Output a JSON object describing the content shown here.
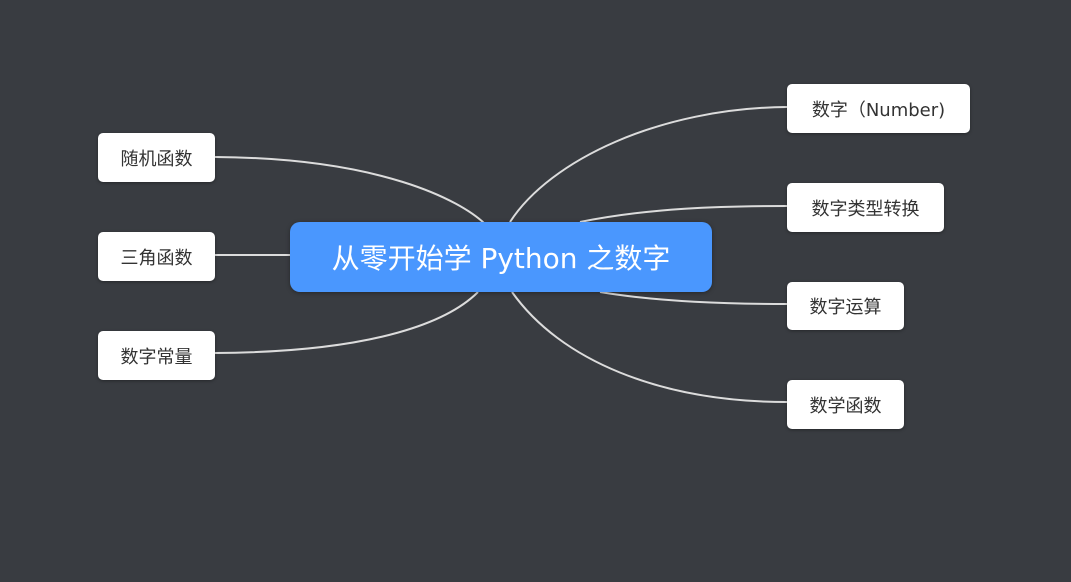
{
  "diagram": {
    "background": "#393c41",
    "link_color": "#dcdcdc",
    "root": {
      "label": "从零开始学 Python 之数字",
      "color": "#4a97fe"
    },
    "left_branches": [
      {
        "label": "随机函数"
      },
      {
        "label": "三角函数"
      },
      {
        "label": "数字常量"
      }
    ],
    "right_branches": [
      {
        "label": "数字（Number)"
      },
      {
        "label": "数字类型转换"
      },
      {
        "label": "数字运算"
      },
      {
        "label": "数学函数"
      }
    ]
  }
}
